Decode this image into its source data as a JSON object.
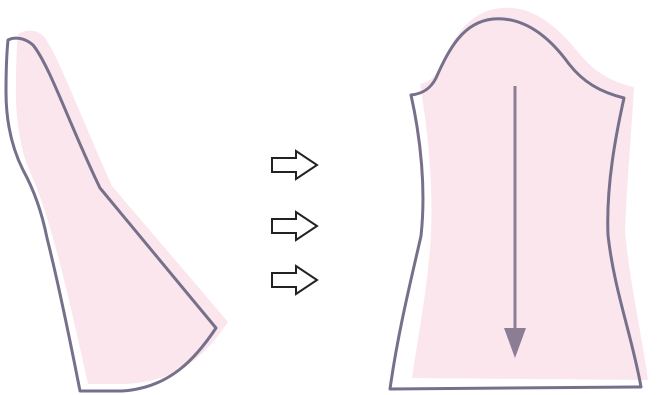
{
  "colors": {
    "background": "#ffffff",
    "fill": "#fbe6ee",
    "outline": "#76708a",
    "grain_arrow": "#8b7d93",
    "step_arrow_stroke": "#222222",
    "step_arrow_fill": "#ffffff"
  },
  "diagram": {
    "pieces": [
      {
        "name": "half-sleeve-pattern-piece"
      },
      {
        "name": "full-sleeve-pattern-piece"
      }
    ],
    "step_arrows": [
      {
        "icon": "right-outline-arrow-icon"
      },
      {
        "icon": "right-outline-arrow-icon"
      },
      {
        "icon": "right-outline-arrow-icon"
      }
    ],
    "grainline": {
      "icon": "grainline-arrow-icon",
      "direction": "down"
    }
  }
}
